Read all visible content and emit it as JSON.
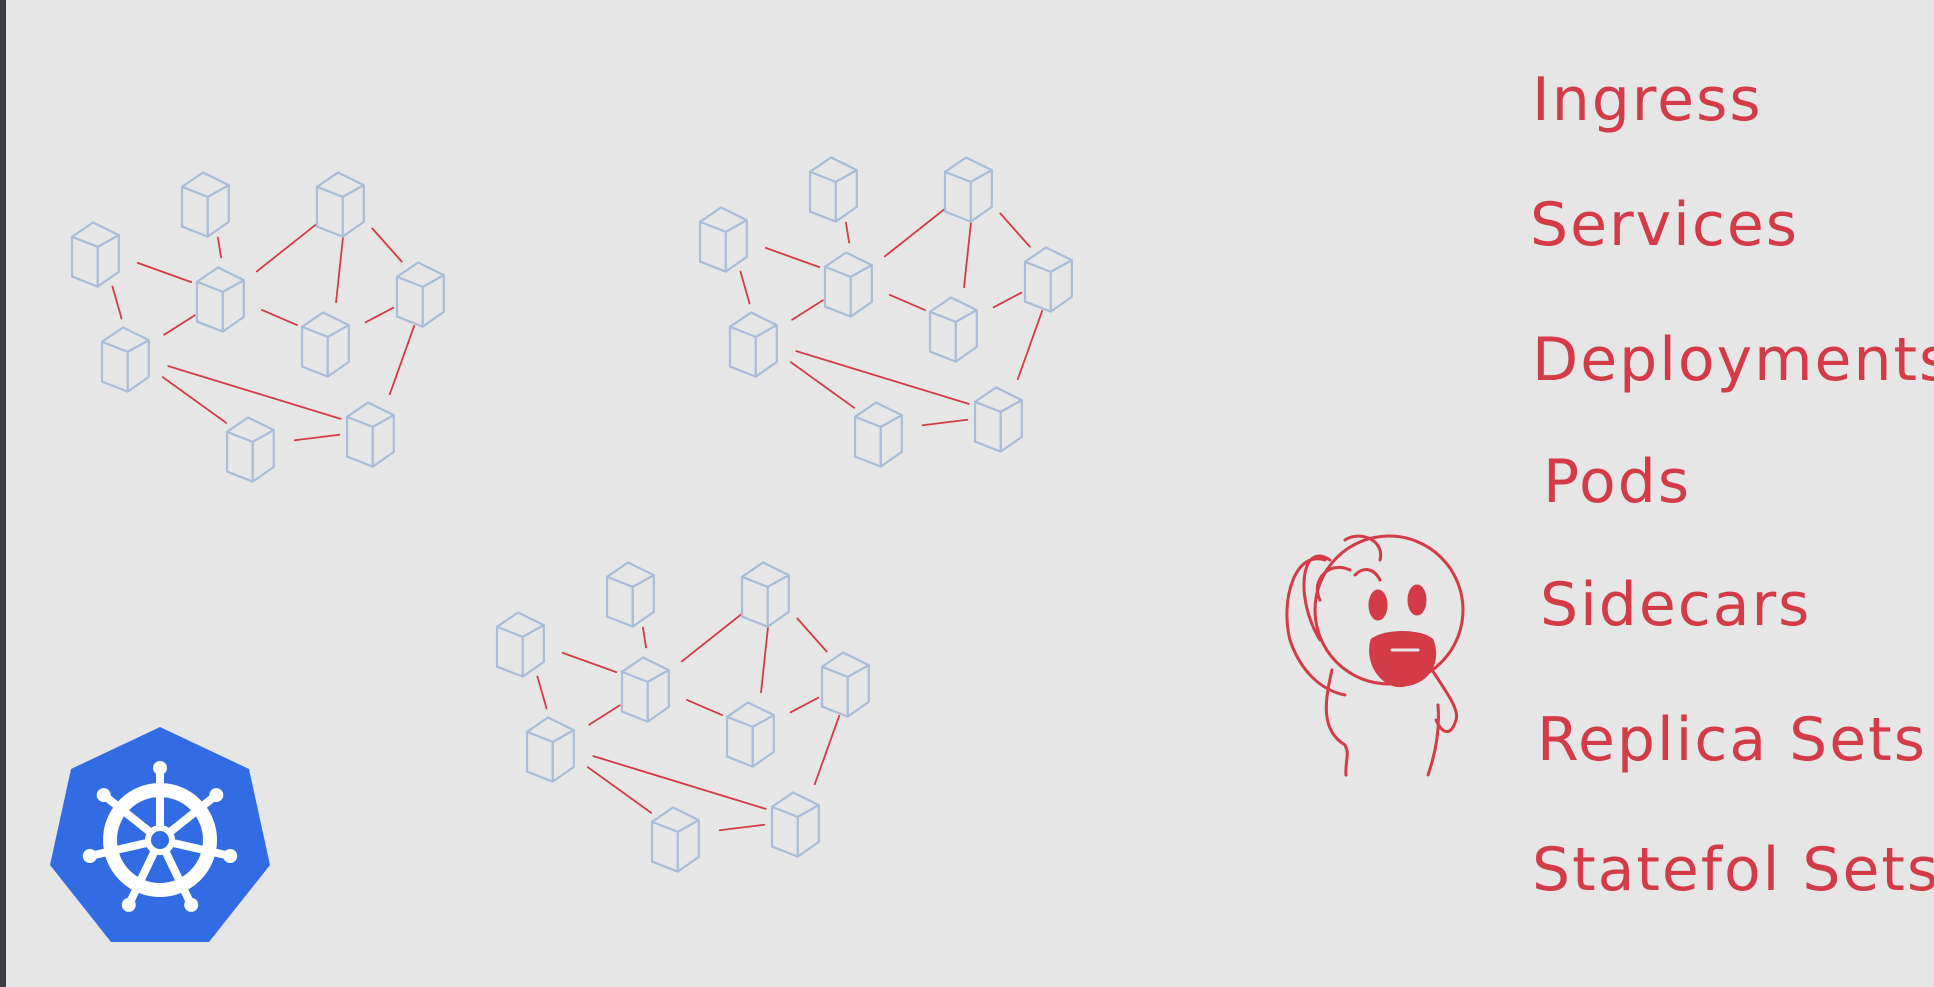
{
  "colors": {
    "background": "#e6e6e6",
    "cube_stroke": "#a9bcd8",
    "link_stroke": "#d33b46",
    "term_text": "#d33b46",
    "logo_fill": "#326ce5",
    "logo_wheel": "#ffffff"
  },
  "terms": [
    "Ingress",
    "Services",
    "Deployments",
    "Pods",
    "Sidecars",
    "Replica Sets",
    "Statefol Sets"
  ],
  "icons": {
    "logo": "kubernetes-helm-logo",
    "figure": "confused-person-scratching-head"
  }
}
